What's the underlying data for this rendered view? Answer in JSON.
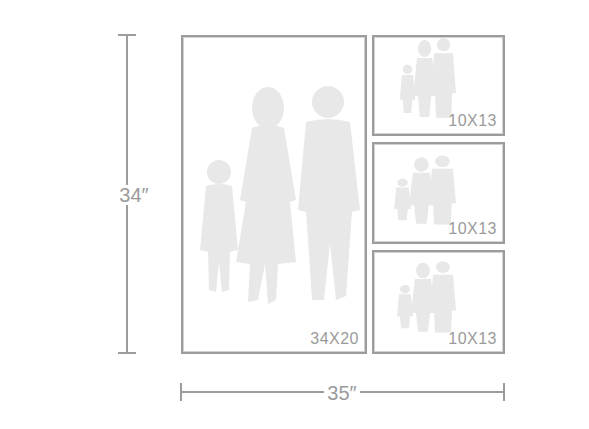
{
  "diagram": {
    "nodes": [
      {
        "text": [
          "34X20"
        ]
      },
      {
        "text": [
          "10X13"
        ]
      },
      {
        "text": [
          "10X13"
        ]
      },
      {
        "text": [
          "10X13"
        ]
      }
    ],
    "labels": [
      "34″",
      "35″"
    ]
  }
}
